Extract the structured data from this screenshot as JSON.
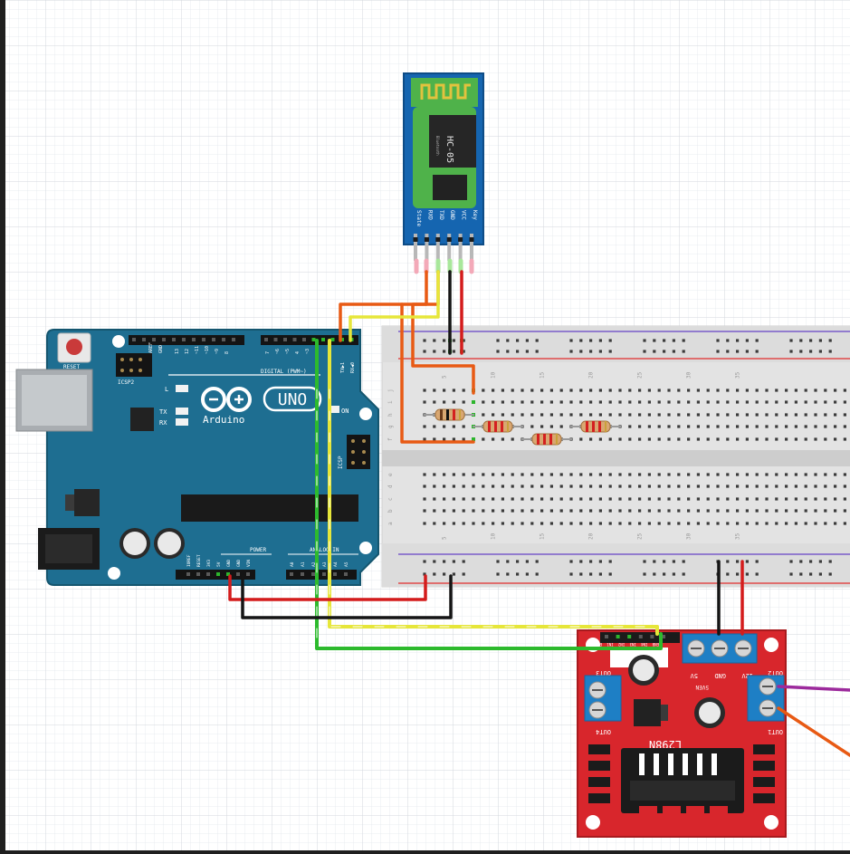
{
  "hc05": {
    "name": "HC-05",
    "sub": "Bluetooth",
    "pins": [
      "State",
      "RXD",
      "TXD",
      "GND",
      "VCC",
      "Key"
    ]
  },
  "arduino": {
    "brand": "Arduino",
    "model": "UNO",
    "reset": "RESET",
    "icsp2": "ICSP2",
    "icsp": "ICSP",
    "aref": "AREF",
    "gnd": "GND",
    "digital": "DIGITAL (PWM~)",
    "tx_pin": "TX▶1",
    "rx_pin": "RX◀0",
    "led_l": "L",
    "led_tx": "TX",
    "led_rx": "RX",
    "on": "ON",
    "power": "POWER",
    "analog": "ANALOG IN",
    "digital_pins": [
      "13",
      "12",
      "~11",
      "~10",
      "~9",
      "8",
      "7",
      "~6",
      "~5",
      "4",
      "~3",
      "2"
    ],
    "power_pins": [
      "IOREF",
      "RESET",
      "3V3",
      "5V",
      "GND",
      "GND",
      "VIN"
    ],
    "analog_pins": [
      "A0",
      "A1",
      "A2",
      "A3",
      "A4",
      "A5"
    ]
  },
  "breadboard": {
    "cols": [
      "5",
      "10",
      "15",
      "20",
      "25",
      "30",
      "35"
    ],
    "rows_top": [
      "j",
      "i",
      "h",
      "g",
      "f"
    ],
    "rows_bottom": [
      "e",
      "d",
      "c",
      "b",
      "a"
    ]
  },
  "driver": {
    "chip": "L298N",
    "out1": "OUT1",
    "out2": "OUT2",
    "out3": "OUT3",
    "out4": "OUT4",
    "v12": "12V",
    "gnd": "GND",
    "v5": "5V",
    "en": "5VEN",
    "inputs": [
      "ENA",
      "IN1",
      "IN2",
      "IN3",
      "IN4",
      "ENB"
    ]
  },
  "colors": {
    "grid": "#ffffff",
    "arduino": "#1e6e91",
    "breadboard": "#e2e2e2",
    "driver": "#d8262c",
    "hc05": "#1565b0",
    "wire_red": "#d41c1c",
    "wire_black": "#151515",
    "wire_green": "#2dba2d",
    "wire_yellow": "#e6e63a",
    "wire_orange": "#e85a14",
    "wire_purple": "#9c2a9c"
  }
}
